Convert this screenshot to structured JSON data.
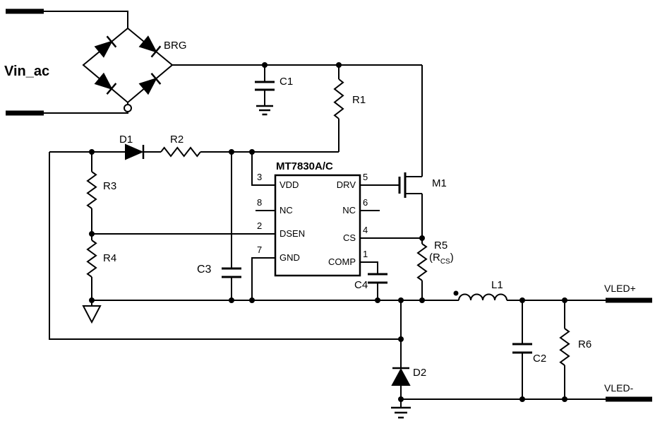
{
  "schematic": {
    "ic": {
      "name": "MT7830A/C",
      "left_pins": [
        {
          "num": "3",
          "name": "VDD"
        },
        {
          "num": "8",
          "name": "NC"
        },
        {
          "num": "2",
          "name": "DSEN"
        },
        {
          "num": "7",
          "name": "GND"
        }
      ],
      "right_pins": [
        {
          "num": "5",
          "name": "DRV"
        },
        {
          "num": "6",
          "name": "NC"
        },
        {
          "num": "4",
          "name": "CS"
        },
        {
          "num": "1",
          "name": "COMP"
        }
      ]
    },
    "labels": {
      "input": "Vin_ac",
      "bridge": "BRG",
      "c1": "C1",
      "r1": "R1",
      "d1": "D1",
      "r2": "R2",
      "r3": "R3",
      "r4": "R4",
      "c3": "C3",
      "c4": "C4",
      "m1": "M1",
      "r5": "R5",
      "r5_alt_prefix": "(R",
      "r5_alt_sub": "CS",
      "r5_alt_suffix": ")",
      "l1": "L1",
      "c2": "C2",
      "r6": "R6",
      "d2": "D2",
      "out_pos": "VLED+",
      "out_neg": "VLED-"
    },
    "colors": {
      "wire": "#000000",
      "bg": "#ffffff"
    }
  }
}
